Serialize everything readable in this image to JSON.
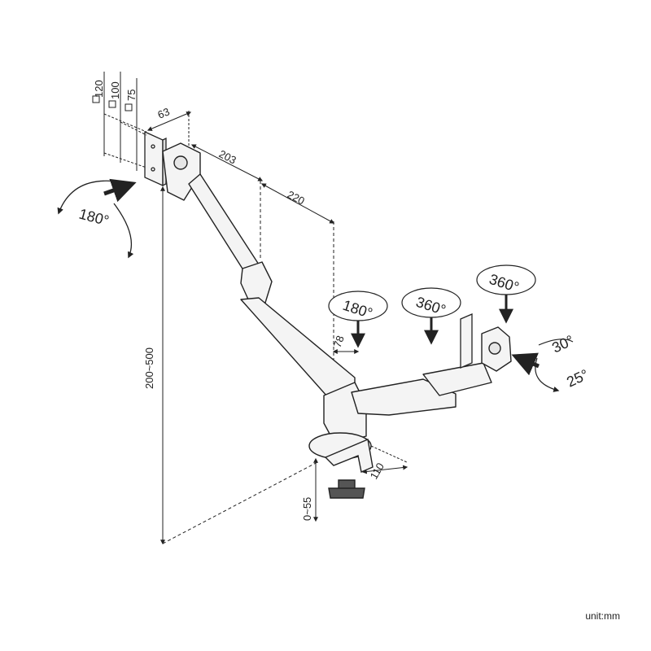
{
  "vesa": {
    "v120": "120",
    "v100": "100",
    "v75": "75"
  },
  "dimensions": {
    "d63": "63",
    "d203": "203",
    "d220": "220",
    "d78": "78",
    "d110": "110",
    "height_range": "200~500",
    "clamp_range": "0~55"
  },
  "rotations": {
    "tilt_side": "180°",
    "pan_left": "180°",
    "pan_mid": "360°",
    "pan_right": "360°",
    "tilt_up": "30°",
    "tilt_down": "25°"
  },
  "unit_label": "unit:mm",
  "colors": {
    "line": "#222222",
    "arm_fill": "#f4f4f4",
    "dash": "#333333"
  }
}
